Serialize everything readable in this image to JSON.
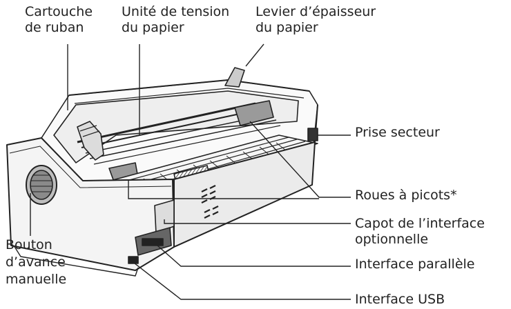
{
  "labels": {
    "ribbon_cartridge": [
      "Cartouche",
      "de ruban"
    ],
    "paper_tension_unit": [
      "Unité de tension",
      "du papier"
    ],
    "paper_thickness_lever": [
      "Levier d’épaisseur",
      "du papier"
    ],
    "power_inlet": "Prise secteur",
    "sprocket_wheels": "Roues à picots*",
    "optional_interface_cover": [
      "Capot de l’interface",
      "optionnelle"
    ],
    "parallel_interface": "Interface parallèle",
    "usb_interface": "Interface USB",
    "manual_feed_knob": [
      "Bouton",
      "d’avance",
      "manuelle"
    ]
  },
  "colors": {
    "line": "#222222",
    "body": "#f2f2f2",
    "shade": "#c8c8c8",
    "dark": "#111111"
  }
}
